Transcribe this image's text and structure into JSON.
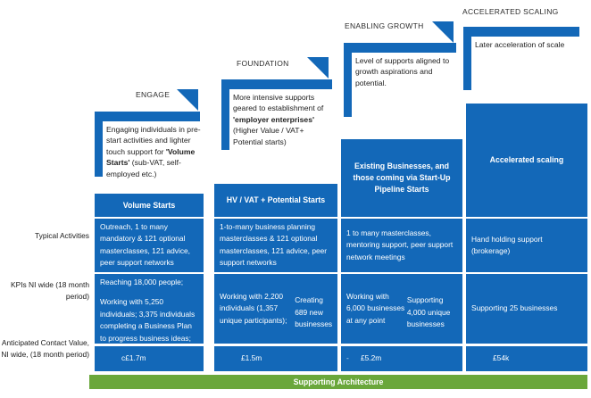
{
  "diagram": {
    "title_row": [
      {
        "id": "engage",
        "label": "ENGAGE"
      },
      {
        "id": "foundation",
        "label": "FOUNDATION"
      },
      {
        "id": "enabling-growth",
        "label": "ENABLING GROWTH"
      },
      {
        "id": "accelerated-scaling",
        "label": "ACCELERATED SCALING"
      }
    ],
    "callouts": [
      {
        "id": "engage",
        "html": "Engaging individuals in pre-start activities and lighter touch support for <b>'Volume Starts'</b> (sub-VAT, self-employed etc.)"
      },
      {
        "id": "foundation",
        "html": "More intensive supports geared to establishment of <b>'employer enterprises'</b> (Higher Value / VAT+ Potential starts)"
      },
      {
        "id": "enabling-growth",
        "html": "Level of supports aligned to growth aspirations and potential."
      },
      {
        "id": "accelerated-scaling",
        "html": "Later acceleration of scale"
      }
    ],
    "group_headers": [
      {
        "id": "volume-starts",
        "label": "Volume Starts"
      },
      {
        "id": "hv-vat-potential",
        "label": "HV / VAT + Potential Starts"
      },
      {
        "id": "existing-businesses",
        "label": "Existing Businesses, and those coming via Start-Up Pipeline Starts"
      },
      {
        "id": "accelerated-scaling",
        "label": "Accelerated scaling"
      }
    ],
    "row_labels": [
      {
        "id": "typical-activities",
        "label": "Typical Activities"
      },
      {
        "id": "kpis-ni-wide",
        "label": "KPIs NI wide (18 month period)"
      },
      {
        "id": "anticipated-contact-value",
        "label": "Anticipated Contact Value, NI wide, (18 month period)"
      }
    ],
    "matrix": {
      "typical_activities": [
        {
          "col": "volume-starts",
          "paragraphs": [
            "Outreach, 1 to many mandatory & 121 optional masterclasses, 121 advice, peer support networks meetings"
          ]
        },
        {
          "col": "hv-vat-potential",
          "paragraphs": [
            "1-to-many business planning masterclasses & 121 optional masterclasses, 121 advice, peer support networks"
          ]
        },
        {
          "col": "existing-businesses",
          "paragraphs": [
            "1 to many masterclasses, mentoring support, peer support network meetings"
          ]
        },
        {
          "col": "accelerated-scaling",
          "paragraphs": [
            "Hand holding support (brokerage)"
          ]
        }
      ],
      "kpis": [
        {
          "col": "volume-starts",
          "paragraphs": [
            "Reaching 18,000 people;",
            "Working with 5,250 individuals; 3,375 individuals completing a Business Plan to progress business ideas;"
          ]
        },
        {
          "col": "hv-vat-potential",
          "paragraphs": [
            "Working with 2,200 individuals (1,357 unique participants);",
            "Creating 689 new businesses"
          ]
        },
        {
          "col": "existing-businesses",
          "paragraphs": [
            "Working with 6,000 businesses at any point",
            "Supporting 4,000 unique businesses"
          ]
        },
        {
          "col": "accelerated-scaling",
          "paragraphs": [
            "Supporting 25 businesses"
          ]
        }
      ],
      "anticipated_value": [
        {
          "col": "volume-starts",
          "dash": "",
          "value": "c£1.7m"
        },
        {
          "col": "hv-vat-potential",
          "dash": "",
          "value": "£1.5m"
        },
        {
          "col": "existing-businesses",
          "dash": "-",
          "value": "£5.2m"
        },
        {
          "col": "accelerated-scaling",
          "dash": "",
          "value": "£54k"
        }
      ]
    },
    "footer": {
      "label": "Supporting Architecture"
    },
    "colors": {
      "blue": "#1368B8",
      "green": "#6AA73B",
      "text": "#1a1a1a",
      "white": "#ffffff"
    }
  }
}
